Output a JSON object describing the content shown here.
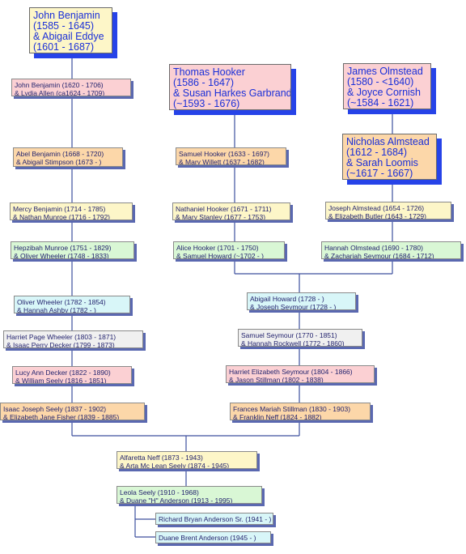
{
  "colors": {
    "line": "#3d4f9e",
    "shadow": "#2643e8",
    "yellow": "#fdf6c8",
    "pink": "#fbd0d3",
    "orange": "#fcd7a9",
    "green": "#d9f7d5",
    "cyan": "#d8f6f8",
    "grey": "#f0f0f0"
  },
  "ancestors": {
    "benjamin": [
      "John Benjamin",
      "(1585 - 1645)",
      "& Abigail Eddye",
      "(1601 - 1687)"
    ],
    "hooker": [
      "Thomas Hooker",
      "(1586 - 1647)",
      "& Susan Harkes Garbrand",
      "(~1593 - 1676)"
    ],
    "olmstead": [
      "James Olmstead",
      "(1580 - <1640)",
      "& Joyce Cornish",
      "(~1584 - 1621)"
    ],
    "almstead": [
      "Nicholas Almstead",
      "(1612 - 1684)",
      "& Sarah Loomis",
      "(~1617 - 1667)"
    ]
  },
  "benjamin_line": [
    [
      "John Benjamin (1620 - 1706)",
      "& Lydia Allen (ca1624 - 1709)"
    ],
    [
      "Abel Benjamin (1668 - 1720)",
      "& Abigail Stimpson (1673 - )"
    ],
    [
      "Mercy Benjamin (1714 - 1785)",
      "& Nathan Munroe (1716 - 1792)"
    ],
    [
      "Hepzibah Munroe (1751 - 1829)",
      "& Oliver Wheeler (1748 - 1833)"
    ],
    [
      "Oliver Wheeler (1782 - 1854)",
      "& Hannah Ashby (1782 - )"
    ],
    [
      "Harriet Page Wheeler (1803 - 1871)",
      "& Isaac Perry Decker (1799 - 1873)"
    ],
    [
      "Lucy Ann Decker (1822 - 1890)",
      "& William Seely (1816 - 1851)"
    ],
    [
      "Isaac Joseph Seely (1837 - 1902)",
      "& Elizabeth Jane Fisher (1839 - 1885)"
    ]
  ],
  "hooker_line": [
    [
      "Samuel Hooker (1633 - 1697)",
      "& Mary Willett (1637 - 1682)"
    ],
    [
      "Nathaniel Hooker (1671 - 1711)",
      "& Mary Stanley (1677 - 1753)"
    ],
    [
      "Alice Hooker (1701 - 1750)",
      "& Samuel Howard (~1702 - )"
    ]
  ],
  "olmstead_line": [
    [
      "Joseph Almstead (1654 - 1726)",
      "& Elizabeth Butler (1643 - 1729)"
    ],
    [
      "Hannah Olmstead (1690 - 1780)",
      "& Zachariah Seymour (1684 - 1712)"
    ]
  ],
  "seymour_line": [
    [
      "Abigail Howard (1728 - )",
      "& Joseph Seymour (1728 - )"
    ],
    [
      "Samuel Seymour (1770 - 1851)",
      "& Hannah Rockwell (1772 - 1860)"
    ],
    [
      "Harriet Elizabeth Seymour (1804 - 1866)",
      "& Jason Stillman (1802 - 1838)"
    ],
    [
      "Frances Mariah Stillman (1830 - 1903)",
      "& Franklin Neff (1824 - 1882)"
    ]
  ],
  "descendants": [
    [
      "Alfaretta Neff (1873 - 1943)",
      "& Arta Mc Lean Seely (1874 - 1945)"
    ],
    [
      "Leola Seely (1910 - 1968)",
      "& Duane \"H\" Anderson (1913 - 1995)"
    ]
  ],
  "children": [
    "Richard Bryan Anderson Sr. (1941 - )",
    "Duane Brent Anderson (1945 - )"
  ]
}
